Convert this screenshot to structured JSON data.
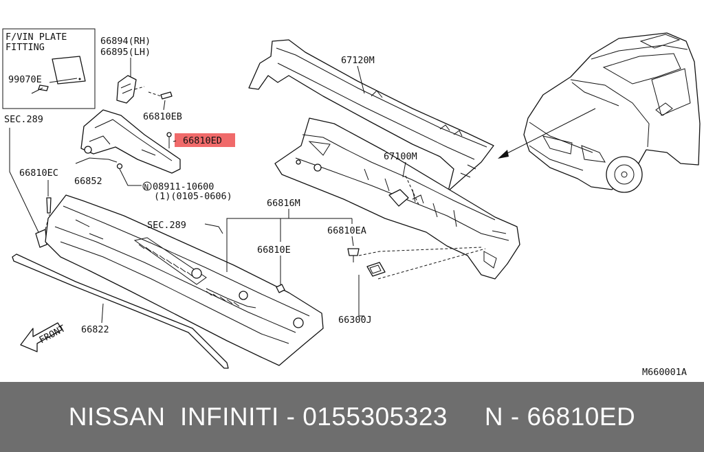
{
  "diagram": {
    "inset": {
      "title_line1": "F/VIN PLATE",
      "title_line2": "FITTING",
      "part": "99070E"
    },
    "labels": {
      "p66894": "66894(RH)",
      "p66895": "66895(LH)",
      "p66810EB": "66810EB",
      "p66810ED": "66810ED",
      "sec289_left": "SEC.289",
      "p66810EC": "66810EC",
      "p66852": "66852",
      "bolt": "08911-10600",
      "bolt_qty": "(1)(0105-0606)",
      "bolt_symbol": "N",
      "p67120M": "67120M",
      "p67100M": "67100M",
      "p66816M": "66816M",
      "sec289_mid": "SEC.289",
      "p66810EA": "66810EA",
      "p66810E": "66810E",
      "p66300J": "66300J",
      "p66822": "66822",
      "front": "FRONT",
      "diagram_code": "M660001A"
    },
    "highlight_color": "#f06a6a"
  },
  "footer": {
    "text": "NISSAN  INFINITI - 0155305323     N - 66810ED"
  }
}
